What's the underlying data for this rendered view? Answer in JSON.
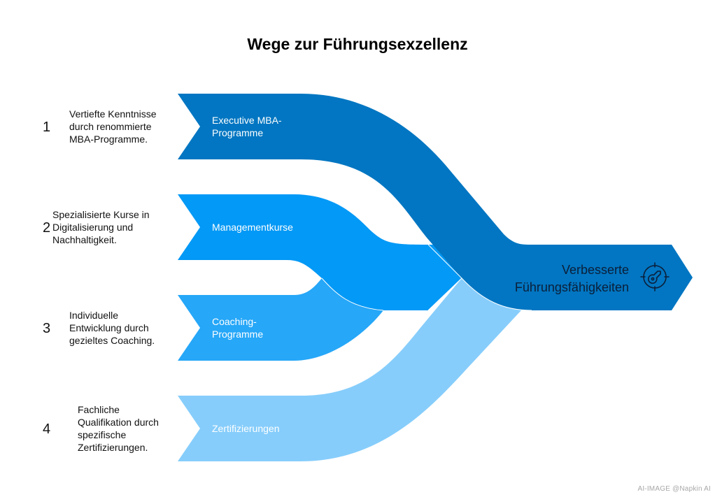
{
  "title": "Wege zur Führungsexzellenz",
  "colors": {
    "path1": "#0276c2",
    "path2": "#0399f6",
    "path3": "#26a7f8",
    "path4": "#86cdfb",
    "outcome_text": "#0b1f3a",
    "icon_stroke": "#0b1f3a"
  },
  "paths": [
    {
      "number": "1",
      "label_lines": [
        "Executive MBA-",
        "Programme"
      ],
      "description_lines": [
        "Vertiefte Kenntnisse",
        "durch renommierte",
        "MBA-Programme."
      ]
    },
    {
      "number": "2",
      "label_lines": [
        "Managementkurse"
      ],
      "description_lines": [
        "Spezialisierte Kurse in",
        "Digitalisierung und",
        "Nachhaltigkeit."
      ]
    },
    {
      "number": "3",
      "label_lines": [
        "Coaching-",
        "Programme"
      ],
      "description_lines": [
        "Individuelle",
        "Entwicklung durch",
        "gezieltes Coaching."
      ]
    },
    {
      "number": "4",
      "label_lines": [
        "Zertifizierungen"
      ],
      "description_lines": [
        "Fachliche",
        "Qualifikation durch",
        "spezifische",
        "Zertifizierungen."
      ]
    }
  ],
  "outcome": {
    "lines": [
      "Verbesserte",
      "Führungsfähigkeiten"
    ],
    "icon": "target-key-icon"
  },
  "watermark": "AI-IMAGE  @Napkin AI"
}
